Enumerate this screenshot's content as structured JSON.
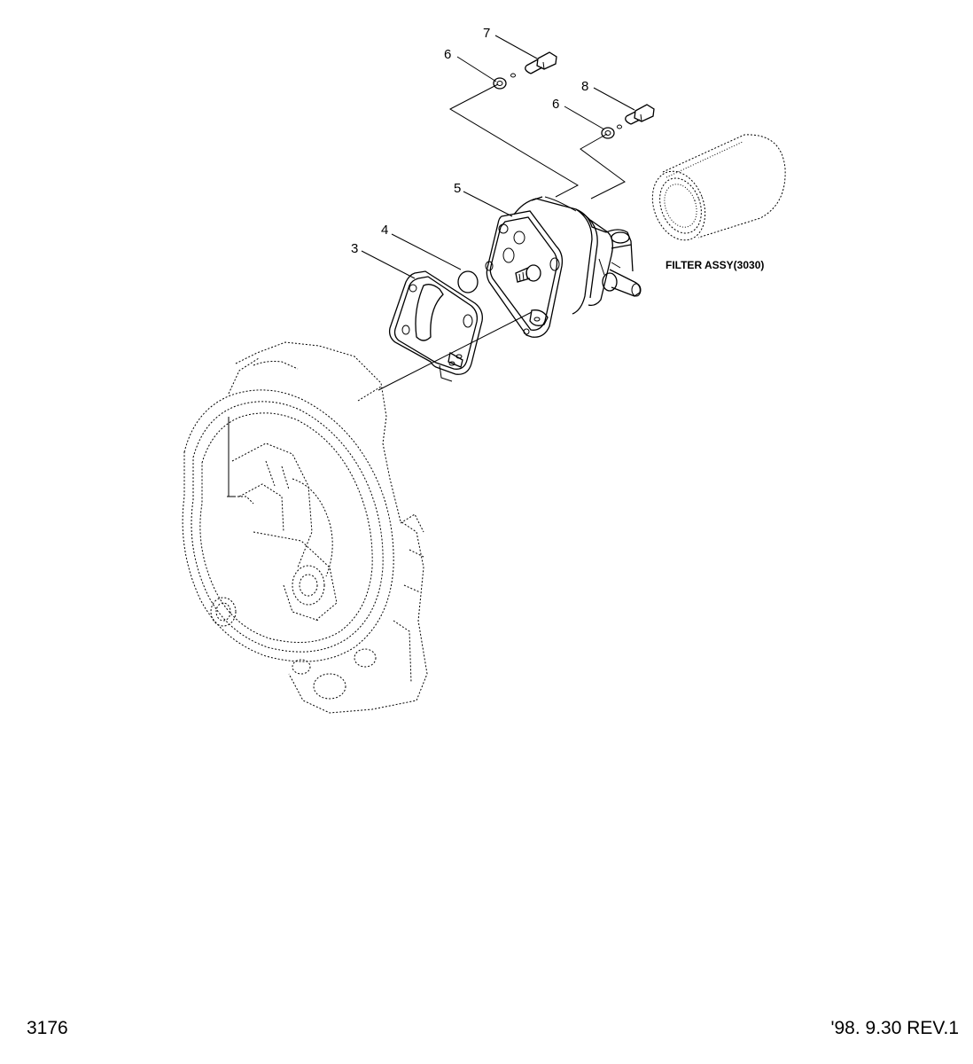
{
  "diagram": {
    "callouts": [
      {
        "id": "c7",
        "label": "7"
      },
      {
        "id": "c6a",
        "label": "6"
      },
      {
        "id": "c8",
        "label": "8"
      },
      {
        "id": "c6b",
        "label": "6"
      },
      {
        "id": "c5",
        "label": "5"
      },
      {
        "id": "c4",
        "label": "4"
      },
      {
        "id": "c3",
        "label": "3"
      }
    ],
    "reference_label": "FILTER ASSY(3030)"
  },
  "footer": {
    "page_number": "3176",
    "revision": "'98. 9.30  REV.1"
  }
}
